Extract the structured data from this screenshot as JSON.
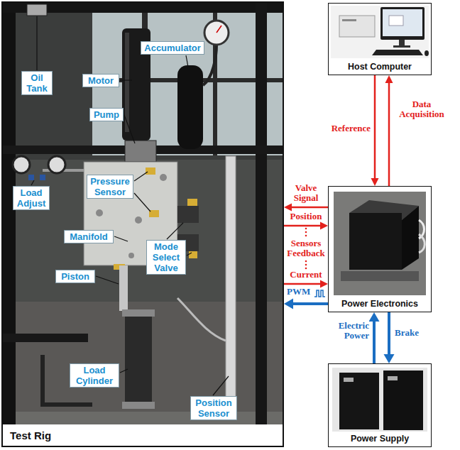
{
  "diagram": {
    "nodes": [
      {
        "text": [
          "Test Rig"
        ]
      },
      {
        "text": [
          "Accumulator"
        ],
        "in": 0
      },
      {
        "text": [
          "Oil Tank"
        ],
        "in": 0
      },
      {
        "text": [
          "Motor"
        ],
        "in": 0
      },
      {
        "text": [
          "Pump"
        ],
        "in": 0
      },
      {
        "text": [
          "Load Adjust"
        ],
        "in": 0
      },
      {
        "text": [
          "Pressure Sensor"
        ],
        "in": 0
      },
      {
        "text": [
          "Manifold"
        ],
        "in": 0
      },
      {
        "text": [
          "Mode Select Valve"
        ],
        "in": 0
      },
      {
        "text": [
          "Piston"
        ],
        "in": 0
      },
      {
        "text": [
          "Load Cylinder"
        ],
        "in": 0
      },
      {
        "text": [
          "Position Sensor"
        ],
        "in": 0
      },
      {
        "text": [
          "Host Computer"
        ]
      },
      {
        "text": [
          "Power Electronics"
        ]
      },
      {
        "text": [
          "Power Supply"
        ]
      }
    ],
    "edges": [
      {
        "from": 12,
        "to": 13,
        "arrow": "to",
        "label": "Reference"
      },
      {
        "from": 13,
        "to": 12,
        "arrow": "to",
        "label": "Data Acquisition"
      },
      {
        "from": 13,
        "to": 0,
        "arrow": "to",
        "label": "Valve Signal"
      },
      {
        "from": 0,
        "to": 13,
        "arrow": "to",
        "label": "Position"
      },
      {
        "from": 0,
        "to": 13,
        "arrow": "to",
        "label": "Current"
      },
      {
        "from": 13,
        "to": 0,
        "arrow": "to",
        "label": "PWM"
      },
      {
        "from": 14,
        "to": 13,
        "arrow": "to",
        "label": "Electric Power"
      },
      {
        "from": 13,
        "to": 14,
        "arrow": "to",
        "label": "Brake"
      }
    ],
    "labels": [
      "Sensors Feedback"
    ]
  }
}
